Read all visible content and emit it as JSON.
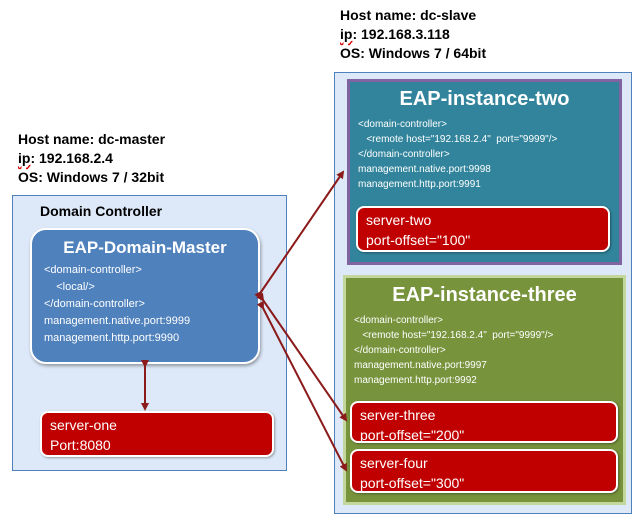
{
  "slave_host": {
    "name_line": "Host name: dc-slave",
    "ip_label": "ip",
    "ip_value": ": 192.168.3.118",
    "os_line": "OS: Windows 7 / 64bit"
  },
  "master_host": {
    "name_line": "Host name: dc-master",
    "ip_label": "ip",
    "ip_value": ": 192.168.2.4",
    "os_line": "OS: Windows 7 / 32bit"
  },
  "domain_controller_label": "Domain Controller",
  "master": {
    "title": "EAP-Domain-Master",
    "code": [
      "<domain-controller>",
      "    <local/>",
      "</domain-controller>",
      "management.native.port:9999",
      "management.http.port:9990"
    ]
  },
  "server_one": {
    "line1": "server-one",
    "line2": "Port:8080"
  },
  "instance_two": {
    "title": "EAP-instance-two",
    "code": [
      "<domain-controller>",
      "   <remote host=\"192.168.2.4\"  port=\"9999\"/>",
      "</domain-controller>",
      "management.native.port:9998",
      "management.http.port:9991"
    ],
    "server": {
      "line1": "server-two",
      "line2": "port-offset=\"100\""
    }
  },
  "instance_three": {
    "title": "EAP-instance-three",
    "code": [
      "<domain-controller>",
      "   <remote host=\"192.168.2.4\"  port=\"9999\"/>",
      "</domain-controller>",
      "management.native.port:9997",
      "management.http.port:9992"
    ],
    "servers": [
      {
        "line1": "server-three",
        "line2": "port-offset=\"200\""
      },
      {
        "line1": "server-four",
        "line2": "port-offset=\"300\""
      }
    ]
  },
  "colors": {
    "host_box": "#dde9f8",
    "master": "#4f81bd",
    "instance_two": "#31849b",
    "instance_three": "#77933c",
    "server": "#c00000",
    "arrow": "#8b1a1a"
  }
}
